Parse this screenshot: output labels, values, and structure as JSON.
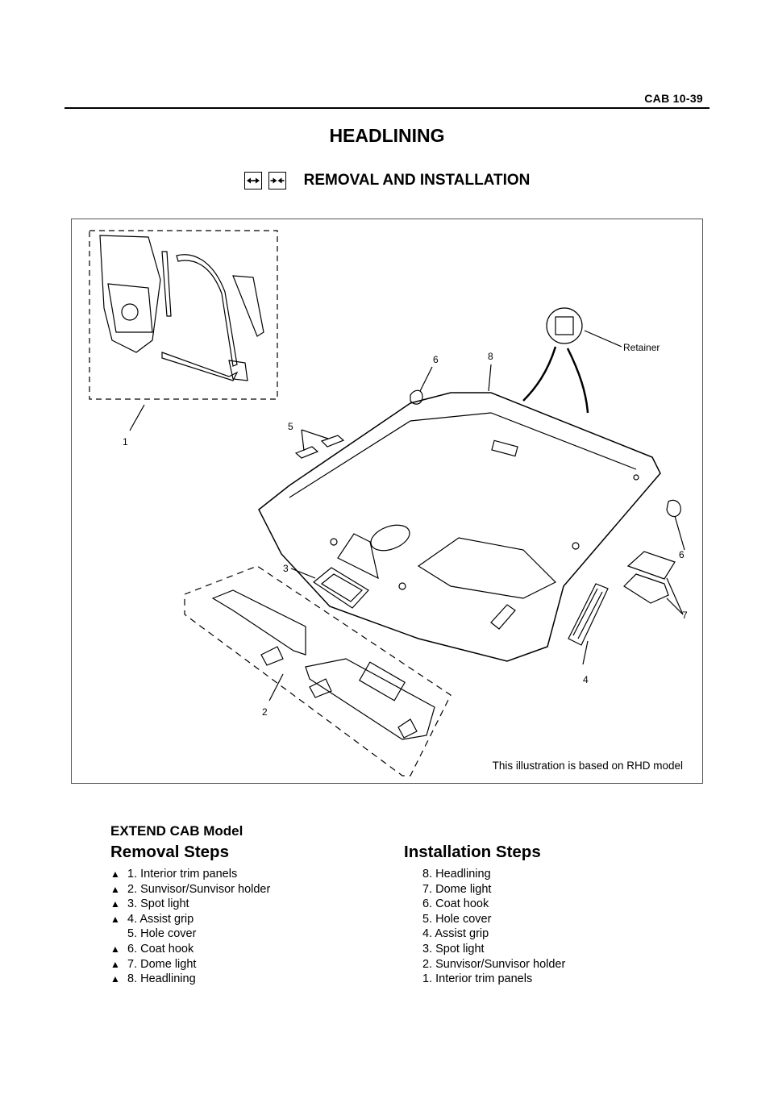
{
  "header": {
    "page_label": "CAB  10-39"
  },
  "title": "HEADLINING",
  "subtitle": "REMOVAL AND INSTALLATION",
  "icons": [
    "removal-symbol-icon",
    "installation-symbol-icon"
  ],
  "figure": {
    "note": "This illustration is based on RHD model",
    "callouts": {
      "c1": "1",
      "c2": "2",
      "c3": "3",
      "c4": "4",
      "c5": "5",
      "c6a": "6",
      "c6b": "6",
      "c7": "7",
      "c8": "8",
      "retainer": "Retainer"
    }
  },
  "model": "EXTEND CAB Model",
  "removal": {
    "title": "Removal Steps",
    "steps": [
      {
        "text": "1. Interior trim panels",
        "marked": true
      },
      {
        "text": "2. Sunvisor/Sunvisor holder",
        "marked": true
      },
      {
        "text": "3. Spot light",
        "marked": true
      },
      {
        "text": "4. Assist grip",
        "marked": true
      },
      {
        "text": "5. Hole cover",
        "marked": false
      },
      {
        "text": "6. Coat hook",
        "marked": true
      },
      {
        "text": "7. Dome light",
        "marked": true
      },
      {
        "text": "8. Headlining",
        "marked": true
      }
    ]
  },
  "installation": {
    "title": "Installation Steps",
    "steps": [
      "8. Headlining",
      "7. Dome light",
      "6. Coat hook",
      "5. Hole cover",
      "4. Assist grip",
      "3. Spot light",
      "2. Sunvisor/Sunvisor holder",
      "1. Interior trim panels"
    ]
  },
  "marker_symbol": "▲"
}
